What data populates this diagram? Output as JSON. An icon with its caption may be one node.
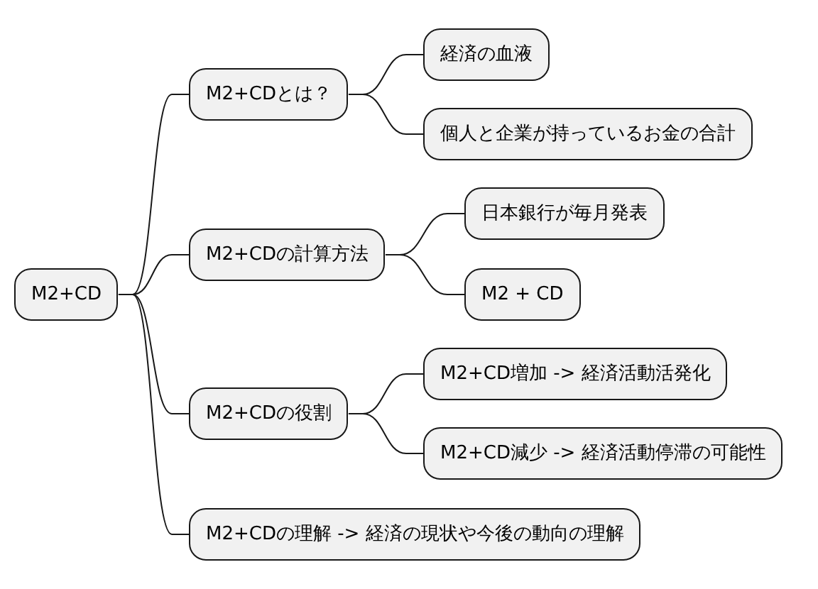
{
  "diagram": {
    "nodes": [
      {
        "text": [
          "M2+CD"
        ]
      },
      {
        "text": [
          "M2+CDとは？"
        ]
      },
      {
        "text": [
          "経済の血液"
        ]
      },
      {
        "text": [
          "個人と企業が持っているお金の合計"
        ]
      },
      {
        "text": [
          "M2+CDの計算方法"
        ]
      },
      {
        "text": [
          "日本銀行が毎月発表"
        ]
      },
      {
        "text": [
          "M2 + CD"
        ]
      },
      {
        "text": [
          "M2+CDの役割"
        ]
      },
      {
        "text": [
          "M2+CD増加 -> 経済活動活発化"
        ]
      },
      {
        "text": [
          "M2+CD減少 -> 経済活動停滞の可能性"
        ]
      },
      {
        "text": [
          "M2+CDの理解 -> 経済の現状や今後の動向の理解"
        ]
      }
    ],
    "edges": [
      {
        "from": 0,
        "to": 1,
        "arrow": "none"
      },
      {
        "from": 1,
        "to": 2,
        "arrow": "none"
      },
      {
        "from": 1,
        "to": 3,
        "arrow": "none"
      },
      {
        "from": 0,
        "to": 4,
        "arrow": "none"
      },
      {
        "from": 4,
        "to": 5,
        "arrow": "none"
      },
      {
        "from": 4,
        "to": 6,
        "arrow": "none"
      },
      {
        "from": 0,
        "to": 7,
        "arrow": "none"
      },
      {
        "from": 7,
        "to": 8,
        "arrow": "none"
      },
      {
        "from": 7,
        "to": 9,
        "arrow": "none"
      },
      {
        "from": 0,
        "to": 10,
        "arrow": "none"
      }
    ]
  }
}
